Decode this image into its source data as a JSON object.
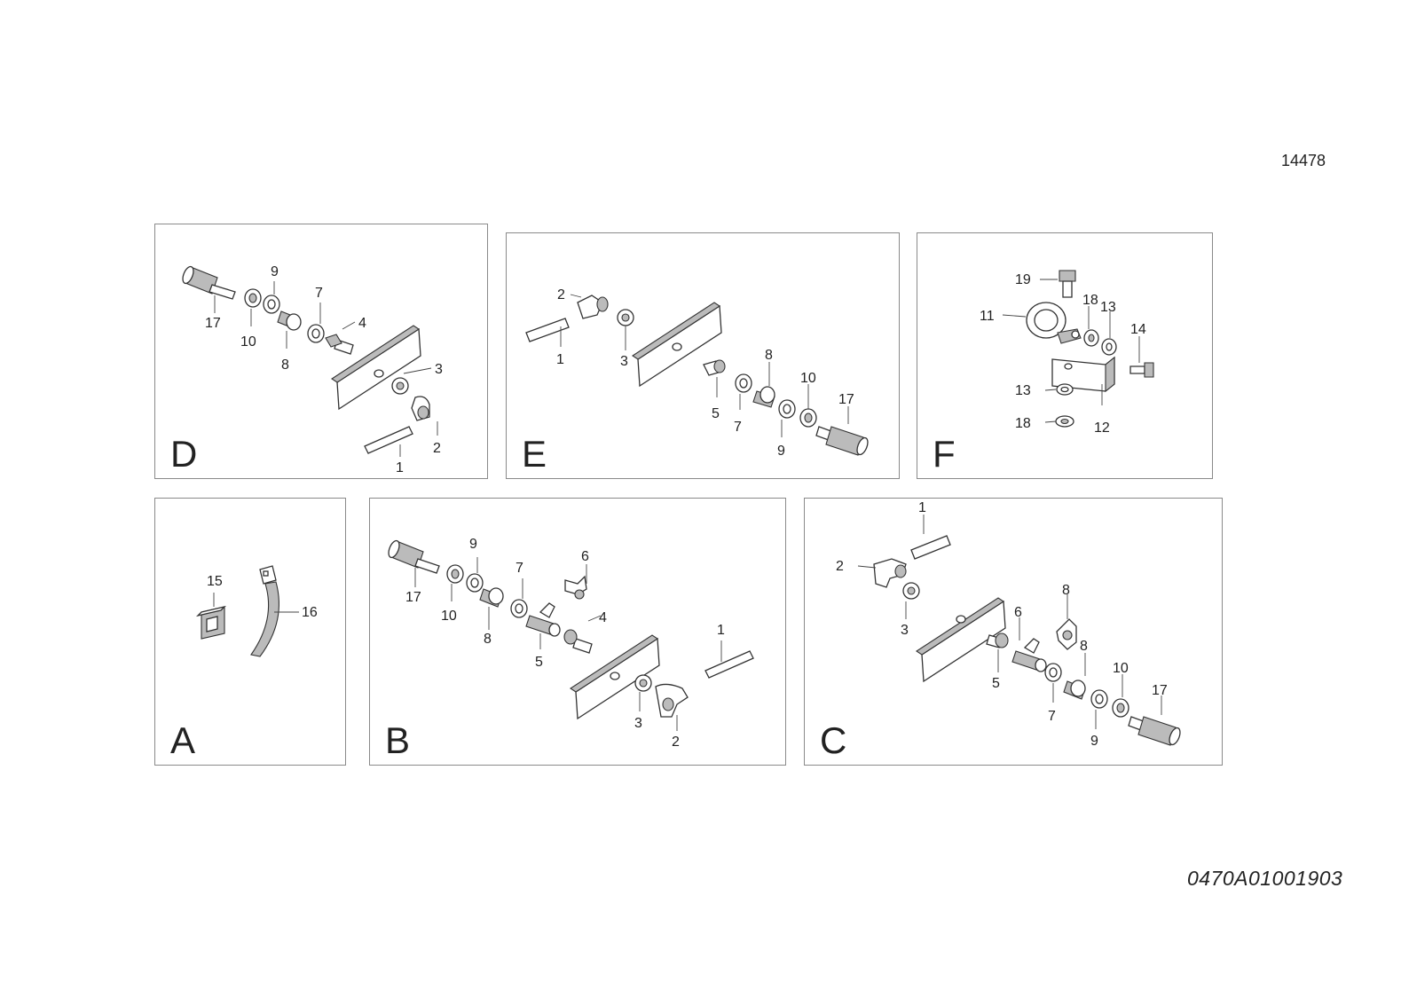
{
  "header": {
    "document_number": "14478"
  },
  "footer": {
    "page_code": "0470A01001903"
  },
  "panels": {
    "D": {
      "letter": "D",
      "callouts": [
        "9",
        "7",
        "4",
        "17",
        "10",
        "8",
        "3",
        "2",
        "1"
      ]
    },
    "E": {
      "letter": "E",
      "callouts": [
        "2",
        "1",
        "3",
        "8",
        "10",
        "17",
        "5",
        "7",
        "9"
      ]
    },
    "F": {
      "letter": "F",
      "callouts": [
        "19",
        "18",
        "13",
        "11",
        "14",
        "13",
        "12",
        "18"
      ]
    },
    "A": {
      "letter": "A",
      "callouts": [
        "15",
        "16"
      ]
    },
    "B": {
      "letter": "B",
      "callouts": [
        "9",
        "7",
        "6",
        "4",
        "17",
        "10",
        "8",
        "5",
        "1",
        "3",
        "2"
      ]
    },
    "C": {
      "letter": "C",
      "callouts": [
        "1",
        "2",
        "3",
        "8",
        "6",
        "8",
        "5",
        "10",
        "17",
        "7",
        "9"
      ]
    }
  }
}
